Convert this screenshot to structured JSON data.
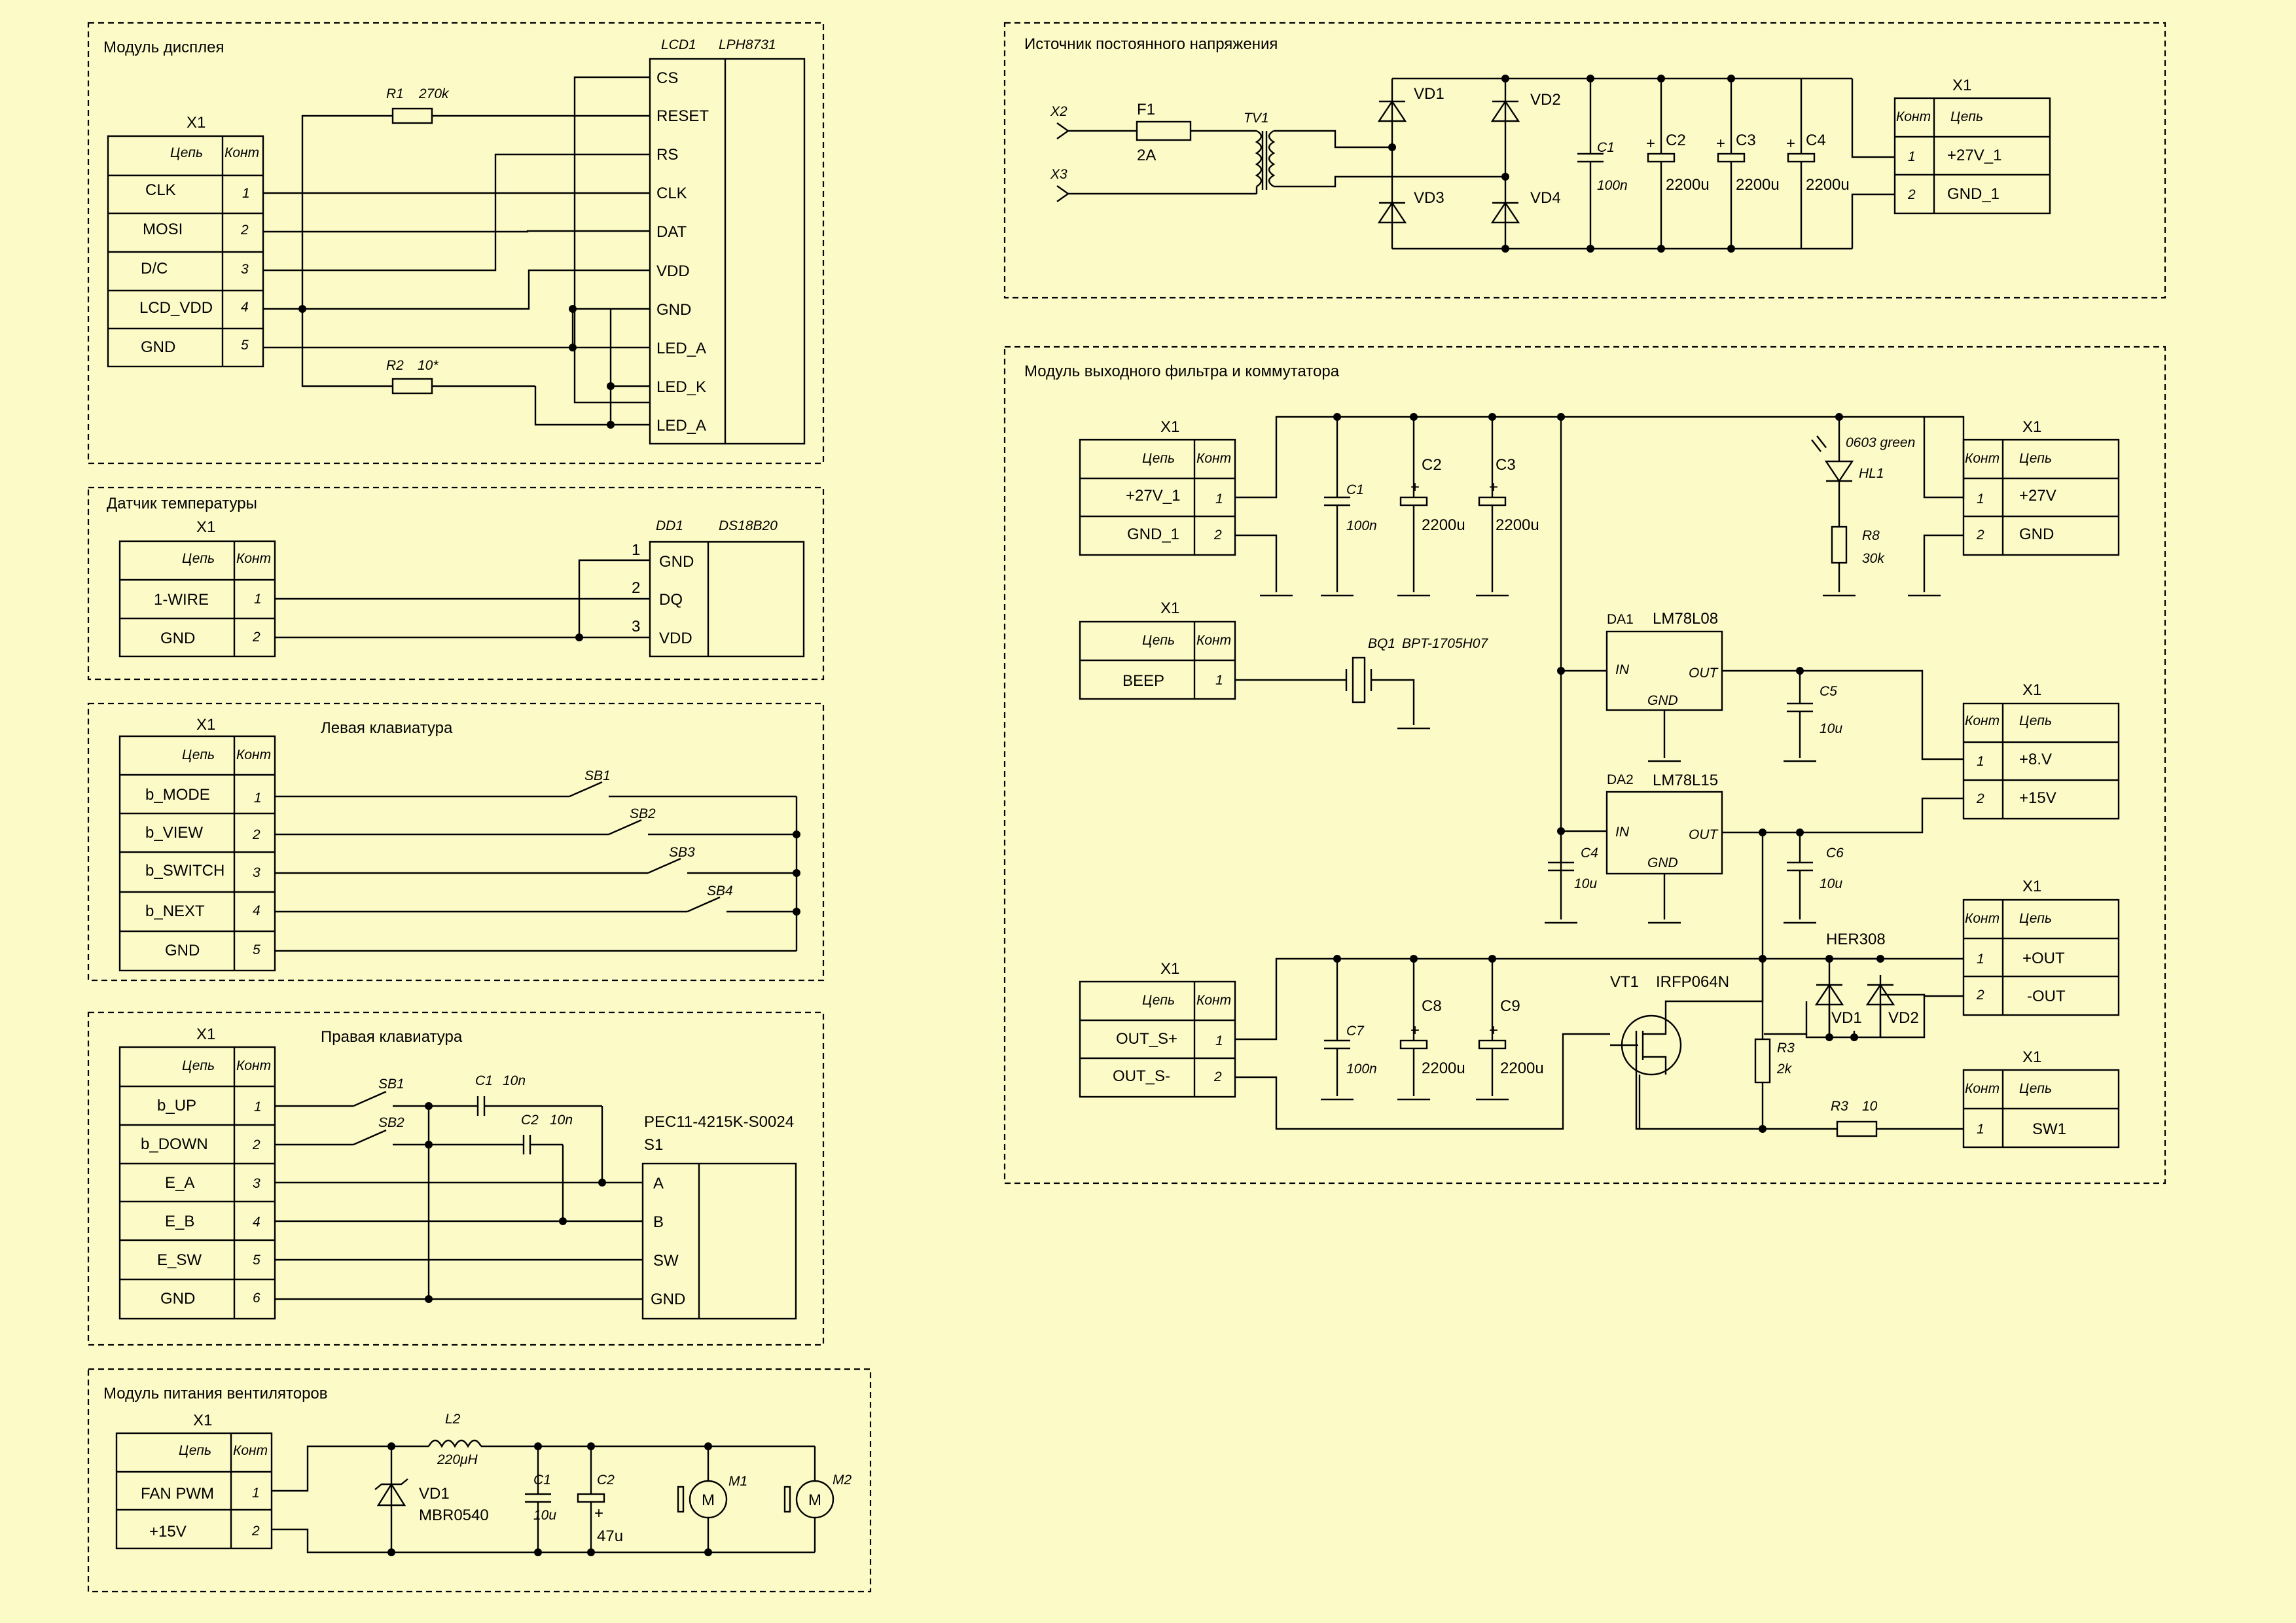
{
  "blocks": {
    "display": {
      "title": "Модуль дисплея",
      "conn": {
        "ref": "X1",
        "h_net": "Цепь",
        "h_pin": "Конт",
        "rows": [
          {
            "net": "CLK",
            "pin": "1"
          },
          {
            "net": "MOSI",
            "pin": "2"
          },
          {
            "net": "D/C",
            "pin": "3"
          },
          {
            "net": "LCD_VDD",
            "pin": "4"
          },
          {
            "net": "GND",
            "pin": "5"
          }
        ]
      },
      "r1": {
        "ref": "R1",
        "val": "270k"
      },
      "r2": {
        "ref": "R2",
        "val": "10*"
      },
      "lcd": {
        "ref": "LCD1",
        "part": "LPH8731",
        "pins": [
          "CS",
          "RESET",
          "RS",
          "CLK",
          "DAT",
          "VDD",
          "GND",
          "LED_A",
          "LED_K",
          "LED_A"
        ]
      }
    },
    "temp": {
      "title": "Датчик температуры",
      "conn": {
        "ref": "X1",
        "h_net": "Цепь",
        "h_pin": "Конт",
        "rows": [
          {
            "net": "1-WIRE",
            "pin": "1"
          },
          {
            "net": "GND",
            "pin": "2"
          }
        ]
      },
      "ic": {
        "ref": "DD1",
        "part": "DS18B20",
        "pins": [
          {
            "num": "1",
            "name": "GND"
          },
          {
            "num": "2",
            "name": "DQ"
          },
          {
            "num": "3",
            "name": "VDD"
          }
        ]
      }
    },
    "left_kbd": {
      "title": "Левая клавиатура",
      "conn": {
        "ref": "X1",
        "h_net": "Цепь",
        "h_pin": "Конт",
        "rows": [
          {
            "net": "b_MODE",
            "pin": "1"
          },
          {
            "net": "b_VIEW",
            "pin": "2"
          },
          {
            "net": "b_SWITCH",
            "pin": "3"
          },
          {
            "net": "b_NEXT",
            "pin": "4"
          },
          {
            "net": "GND",
            "pin": "5"
          }
        ]
      },
      "switches": [
        "SB1",
        "SB2",
        "SB3",
        "SB4"
      ]
    },
    "right_kbd": {
      "title": "Правая клавиатура",
      "conn": {
        "ref": "X1",
        "h_net": "Цепь",
        "h_pin": "Конт",
        "rows": [
          {
            "net": "b_UP",
            "pin": "1"
          },
          {
            "net": "b_DOWN",
            "pin": "2"
          },
          {
            "net": "E_A",
            "pin": "3"
          },
          {
            "net": "E_B",
            "pin": "4"
          },
          {
            "net": "E_SW",
            "pin": "5"
          },
          {
            "net": "GND",
            "pin": "6"
          }
        ]
      },
      "switches": [
        "SB1",
        "SB2"
      ],
      "c1": {
        "ref": "C1",
        "val": "10n"
      },
      "c2": {
        "ref": "C2",
        "val": "10n"
      },
      "enc": {
        "part": "PEC11-4215K-S0024",
        "ref": "S1",
        "pins": [
          "A",
          "B",
          "SW",
          "GND"
        ]
      }
    },
    "fan": {
      "title": "Модуль питания вентиляторов",
      "conn": {
        "ref": "X1",
        "h_net": "Цепь",
        "h_pin": "Конт",
        "rows": [
          {
            "net": "FAN PWM",
            "pin": "1"
          },
          {
            "net": "+15V",
            "pin": "2"
          }
        ]
      },
      "l2": {
        "ref": "L2",
        "val": "220μH"
      },
      "vd1": {
        "ref": "VD1",
        "part": "MBR0540"
      },
      "c1": {
        "ref": "C1",
        "val": "10u"
      },
      "c2": {
        "ref": "C2",
        "val": "47u"
      },
      "m1": "M1",
      "m2": "M2",
      "motor_letter": "M"
    },
    "psu": {
      "title": "Источник постоянного напряжения",
      "x2": "X2",
      "x3": "X3",
      "f1": {
        "ref": "F1",
        "val": "2A"
      },
      "tv1": "TV1",
      "diodes": [
        "VD1",
        "VD2",
        "VD3",
        "VD4"
      ],
      "caps": [
        {
          "ref": "C1",
          "val": "100n"
        },
        {
          "ref": "C2",
          "val": "2200u"
        },
        {
          "ref": "C3",
          "val": "2200u"
        },
        {
          "ref": "C4",
          "val": "2200u"
        }
      ],
      "conn": {
        "ref": "X1",
        "h_net": "Цепь",
        "h_pin": "Конт",
        "rows": [
          {
            "net": "+27V_1",
            "pin": "1"
          },
          {
            "net": "GND_1",
            "pin": "2"
          }
        ]
      }
    },
    "filter": {
      "title": "Модуль выходного фильтра и коммутатора",
      "x_in": {
        "ref": "X1",
        "h_net": "Цепь",
        "h_pin": "Конт",
        "rows": [
          {
            "net": "+27V_1",
            "pin": "1"
          },
          {
            "net": "GND_1",
            "pin": "2"
          }
        ]
      },
      "caps_in": [
        {
          "ref": "C1",
          "val": "100n"
        },
        {
          "ref": "C2",
          "val": "2200u"
        },
        {
          "ref": "C3",
          "val": "2200u"
        }
      ],
      "hl1": {
        "ref": "HL1",
        "val": "0603 green"
      },
      "r8": {
        "ref": "R8",
        "val": "30k"
      },
      "x_27v": {
        "ref": "X1",
        "h_net": "Цепь",
        "h_pin": "Конт",
        "rows": [
          {
            "net": "+27V",
            "pin": "1"
          },
          {
            "net": "GND",
            "pin": "2"
          }
        ]
      },
      "x_beep": {
        "ref": "X1",
        "h_net": "Цепь",
        "h_pin": "Конт",
        "rows": [
          {
            "net": "BEEP",
            "pin": "1"
          }
        ]
      },
      "bq1": {
        "ref": "BQ1",
        "part": "BPT-1705H07"
      },
      "da1": {
        "ref": "DA1",
        "part": "LM78L08",
        "in": "IN",
        "out": "OUT",
        "gnd": "GND"
      },
      "da2": {
        "ref": "DA2",
        "part": "LM78L15",
        "in": "IN",
        "out": "OUT",
        "gnd": "GND"
      },
      "c4": {
        "ref": "C4",
        "val": "10u"
      },
      "c5": {
        "ref": "C5",
        "val": "10u"
      },
      "c6": {
        "ref": "C6",
        "val": "10u"
      },
      "x_reg": {
        "ref": "X1",
        "h_net": "Цепь",
        "h_pin": "Конт",
        "rows": [
          {
            "net": "+8.V",
            "pin": "1"
          },
          {
            "net": "+15V",
            "pin": "2"
          }
        ]
      },
      "x_outs": {
        "ref": "X1",
        "h_net": "Цепь",
        "h_pin": "Конт",
        "rows": [
          {
            "net": "OUT_S+",
            "pin": "1"
          },
          {
            "net": "OUT_S-",
            "pin": "2"
          }
        ]
      },
      "caps_out": [
        {
          "ref": "C7",
          "val": "100n"
        },
        {
          "ref": "C8",
          "val": "2200u"
        },
        {
          "ref": "C9",
          "val": "2200u"
        }
      ],
      "vt1": {
        "ref": "VT1",
        "part": "IRFP064N"
      },
      "r3a": {
        "ref": "R3",
        "val": "2k"
      },
      "r3b": {
        "ref": "R3",
        "val": "10"
      },
      "her": {
        "part": "HER308",
        "d1": "VD1",
        "d2": "VD2"
      },
      "x_out": {
        "ref": "X1",
        "h_net": "Цепь",
        "h_pin": "Конт",
        "rows": [
          {
            "net": "+OUT",
            "pin": "1"
          },
          {
            "net": "-OUT",
            "pin": "2"
          }
        ]
      },
      "x_sw": {
        "ref": "X1",
        "h_net": "Цепь",
        "h_pin": "Конт",
        "rows": [
          {
            "net": "SW1",
            "pin": "1"
          }
        ]
      }
    }
  }
}
